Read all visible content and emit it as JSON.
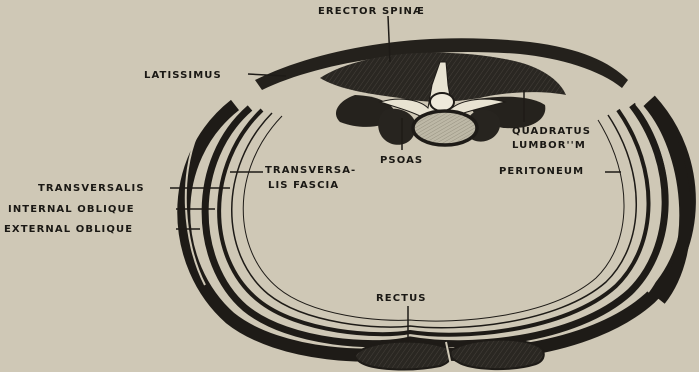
{
  "labels": {
    "erector_spinae": "ERECTOR SPINÆ",
    "latissimus": "LATISSIMUS",
    "quadratus_line1": "QUADRATUS",
    "quadratus_line2": "LUMBOR''M",
    "psoas": "PSOAS",
    "transversalis_fascia_line1": "TRANSVERSA-",
    "transversalis_fascia_line2": "LIS FASCIA",
    "peritoneum": "PERITONEUM",
    "transversalis": "TRANSVERSALIS",
    "internal_oblique": "INTERNAL OBLIQUE",
    "external_oblique": "EXTERNAL OBLIQUE",
    "rectus": "RECTUS"
  },
  "colors": {
    "paper": "#cfc8b6",
    "ink": "#1a1814",
    "muscle_fill": "#26231e",
    "bone_fill": "#b8b4a2"
  }
}
